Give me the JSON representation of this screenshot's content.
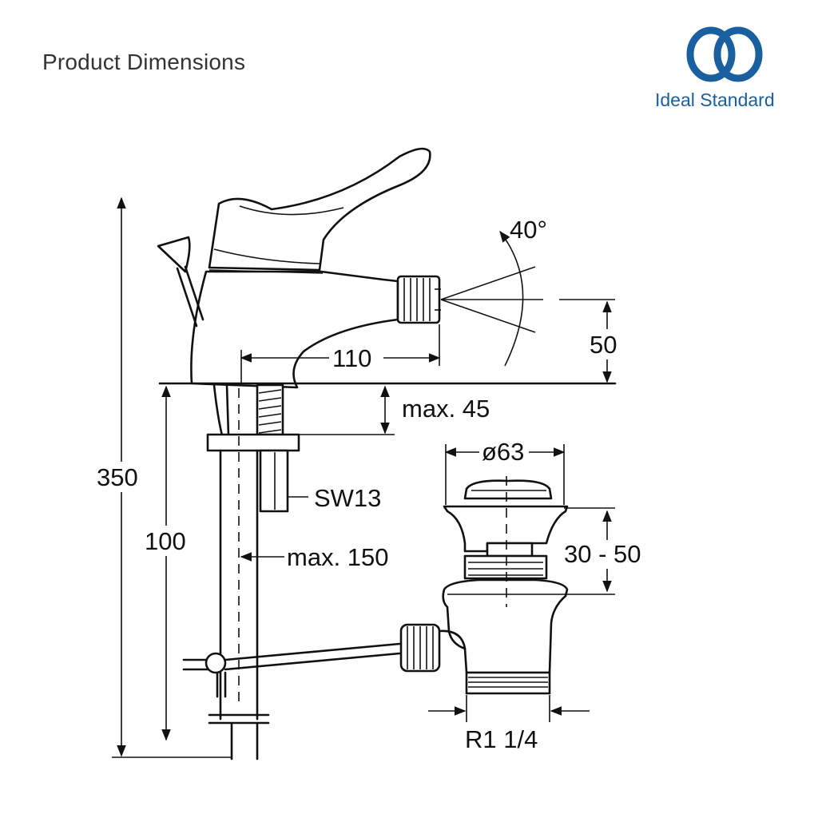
{
  "header": {
    "title": "Product Dimensions"
  },
  "brand": {
    "name": "Ideal Standard",
    "color": "#1a5fa0",
    "logo_icon": "interlocking-rings-icon"
  },
  "dimensions": {
    "total_height": "350",
    "pipe_height": "100",
    "spout_reach": "110",
    "spray_angle": "40°",
    "spout_height": "50",
    "deck_thickness": "max. 45",
    "nut_size": "SW13",
    "rod_length": "max. 150",
    "waste_diameter": "ø63",
    "waste_height": "30 - 50",
    "thread": "R1 1/4"
  }
}
